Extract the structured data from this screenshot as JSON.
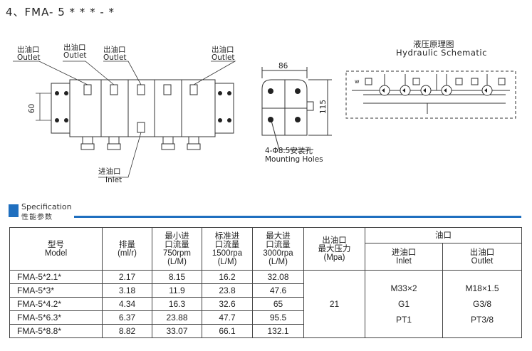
{
  "title": "4、FMA- 5 * * * - *",
  "drawing": {
    "outlet_cn_1": "出油口",
    "outlet_en_1": "Outlet",
    "outlet_cn_2": "出油口",
    "outlet_en_2": "Outlet",
    "outlet_cn_3": "出油口",
    "outlet_en_3": "Outlet",
    "outlet_cn_4": "出油口",
    "outlet_en_4": "Outlet",
    "inlet_cn": "进油口",
    "inlet_en": "Inlet",
    "dim_60": "60",
    "dim_86": "86",
    "dim_115": "115",
    "holes_cn": "4-Φ8.5安装孔",
    "holes_en": "Mounting Holes",
    "schematic_cn": "液压原理图",
    "schematic_en": "Hydraulic Schematic",
    "w_label": "w"
  },
  "spec": {
    "title_en": "Specification",
    "title_cn": "性能参数"
  },
  "table": {
    "h_model": "型号\nModel",
    "h_disp": "排量\n(ml/r)",
    "h_min": "最小进\n口流量\n750rpm\n(L/M)",
    "h_std": "标准进\n口流量\n1500rpa\n(L/M)",
    "h_max": "最大进\n口流量\n3000rpa\n(L/M)",
    "h_press": "出油口\n最大压力\n(Mpa)",
    "h_port": "油口",
    "h_inlet": "进油口\nInlet",
    "h_outlet": "出油口\nOutlet",
    "rows": [
      {
        "model": "FMA-5*2.1*",
        "disp": "2.17",
        "min": "8.15",
        "std": "16.2",
        "max": "32.08"
      },
      {
        "model": "FMA-5*3*",
        "disp": "3.18",
        "min": "11.9",
        "std": "23.8",
        "max": "47.6"
      },
      {
        "model": "FMA-5*4.2*",
        "disp": "4.34",
        "min": "16.3",
        "std": "32.6",
        "max": "65"
      },
      {
        "model": "FMA-5*6.3*",
        "disp": "6.37",
        "min": "23.88",
        "std": "47.7",
        "max": "95.5"
      },
      {
        "model": "FMA-5*8.8*",
        "disp": "8.82",
        "min": "33.07",
        "std": "66.1",
        "max": "132.1"
      }
    ],
    "pressure": "21",
    "inlet_vals": [
      "M33×2",
      "G1",
      "PT1"
    ],
    "outlet_vals": [
      "M18×1.5",
      "G3/8",
      "PT3/8"
    ]
  }
}
